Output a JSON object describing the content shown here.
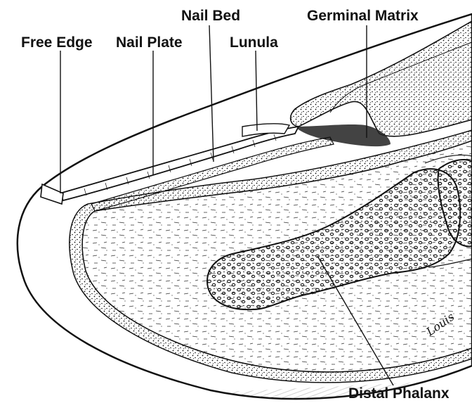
{
  "labels": {
    "nail_bed": "Nail Bed",
    "germinal_matrix": "Germinal Matrix",
    "free_edge": "Free Edge",
    "nail_plate": "Nail Plate",
    "lunula": "Lunula",
    "distal_phalanx": "Distal Phalanx"
  },
  "signature": "Louis",
  "colors": {
    "ink": "#111111",
    "background": "#ffffff"
  }
}
